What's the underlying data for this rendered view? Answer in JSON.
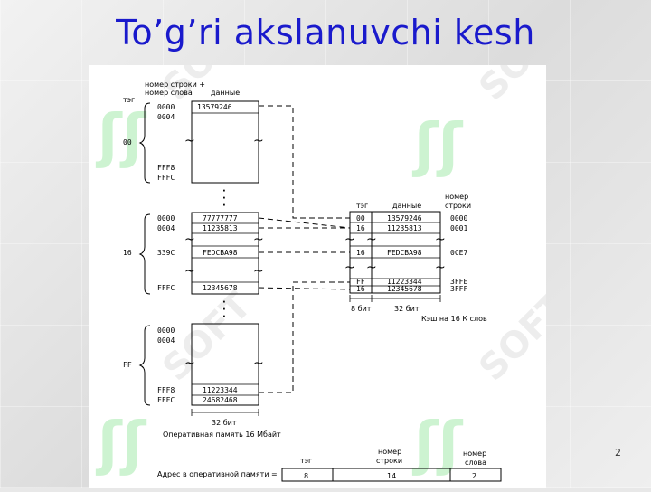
{
  "slide": {
    "title": "To’g’ri akslanuvchi kesh",
    "page_number": "2",
    "watermark_text": "SOFT"
  },
  "memory": {
    "header_tag": "тэг",
    "header_row_word_line1": "номер строки +",
    "header_row_word_line2": "номер слова",
    "header_data": "данные",
    "block0": {
      "tag": "00",
      "addr": [
        "0000",
        "0004",
        "FFF8",
        "FFFC"
      ],
      "data_top": "13579246"
    },
    "block1": {
      "tag": "16",
      "addr": [
        "0000",
        "0004",
        "339C",
        "FFFC"
      ],
      "data": [
        "77777777",
        "11235813",
        "FEDCBA98",
        "12345678"
      ]
    },
    "block2": {
      "tag": "FF",
      "addr": [
        "0000",
        "0004",
        "FFF8",
        "FFFC"
      ],
      "data": [
        "11223344",
        "24682468"
      ]
    },
    "width_label": "32 бит",
    "caption": "Оперативная память 16 Мбайт"
  },
  "cache": {
    "header_tag": "тэг",
    "header_data": "данные",
    "header_row_line1": "номер",
    "header_row_line2": "строки",
    "tags": [
      "00",
      "16",
      "16",
      "FF",
      "16"
    ],
    "data": [
      "13579246",
      "11235813",
      "FEDCBA98",
      "11223344",
      "12345678"
    ],
    "rows": [
      "0000",
      "0001",
      "0CE7",
      "3FFE",
      "3FFF"
    ],
    "tag_width": "8 бит",
    "data_width": "32 бит",
    "caption": "Кэш на 16 К слов"
  },
  "address": {
    "label": "Адрес в оперативной памяти =",
    "headers": [
      "тэг",
      "номер\nстроки",
      "номер\nслова"
    ],
    "header_tag": "тэг",
    "header_row_line1": "номер",
    "header_row_line2": "строки",
    "header_word_line1": "номер",
    "header_word_line2": "слова",
    "values": [
      "8",
      "14",
      "2"
    ]
  }
}
